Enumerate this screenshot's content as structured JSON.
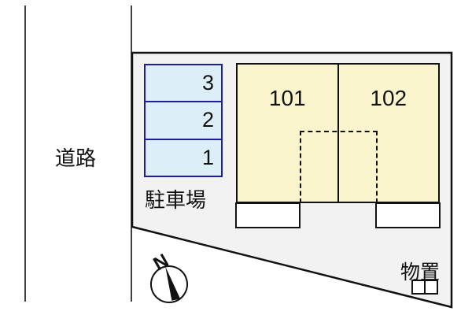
{
  "plan": {
    "road": {
      "label": "道路"
    },
    "parking": {
      "label": "駐車場",
      "spaces": [
        {
          "label": "3"
        },
        {
          "label": "2"
        },
        {
          "label": "1"
        }
      ],
      "fill_color": "#DCEFF9",
      "border_color": "#1E1E9C"
    },
    "building": {
      "units": [
        {
          "label": "101"
        },
        {
          "label": "102"
        }
      ],
      "fill_color": "#FBF5CE"
    },
    "shed": {
      "label": "物置"
    },
    "compass": {
      "north_label": "N"
    },
    "colors": {
      "plot_fill": "#F2F2F2",
      "line": "#111111",
      "background": "#FFFFFF"
    }
  }
}
